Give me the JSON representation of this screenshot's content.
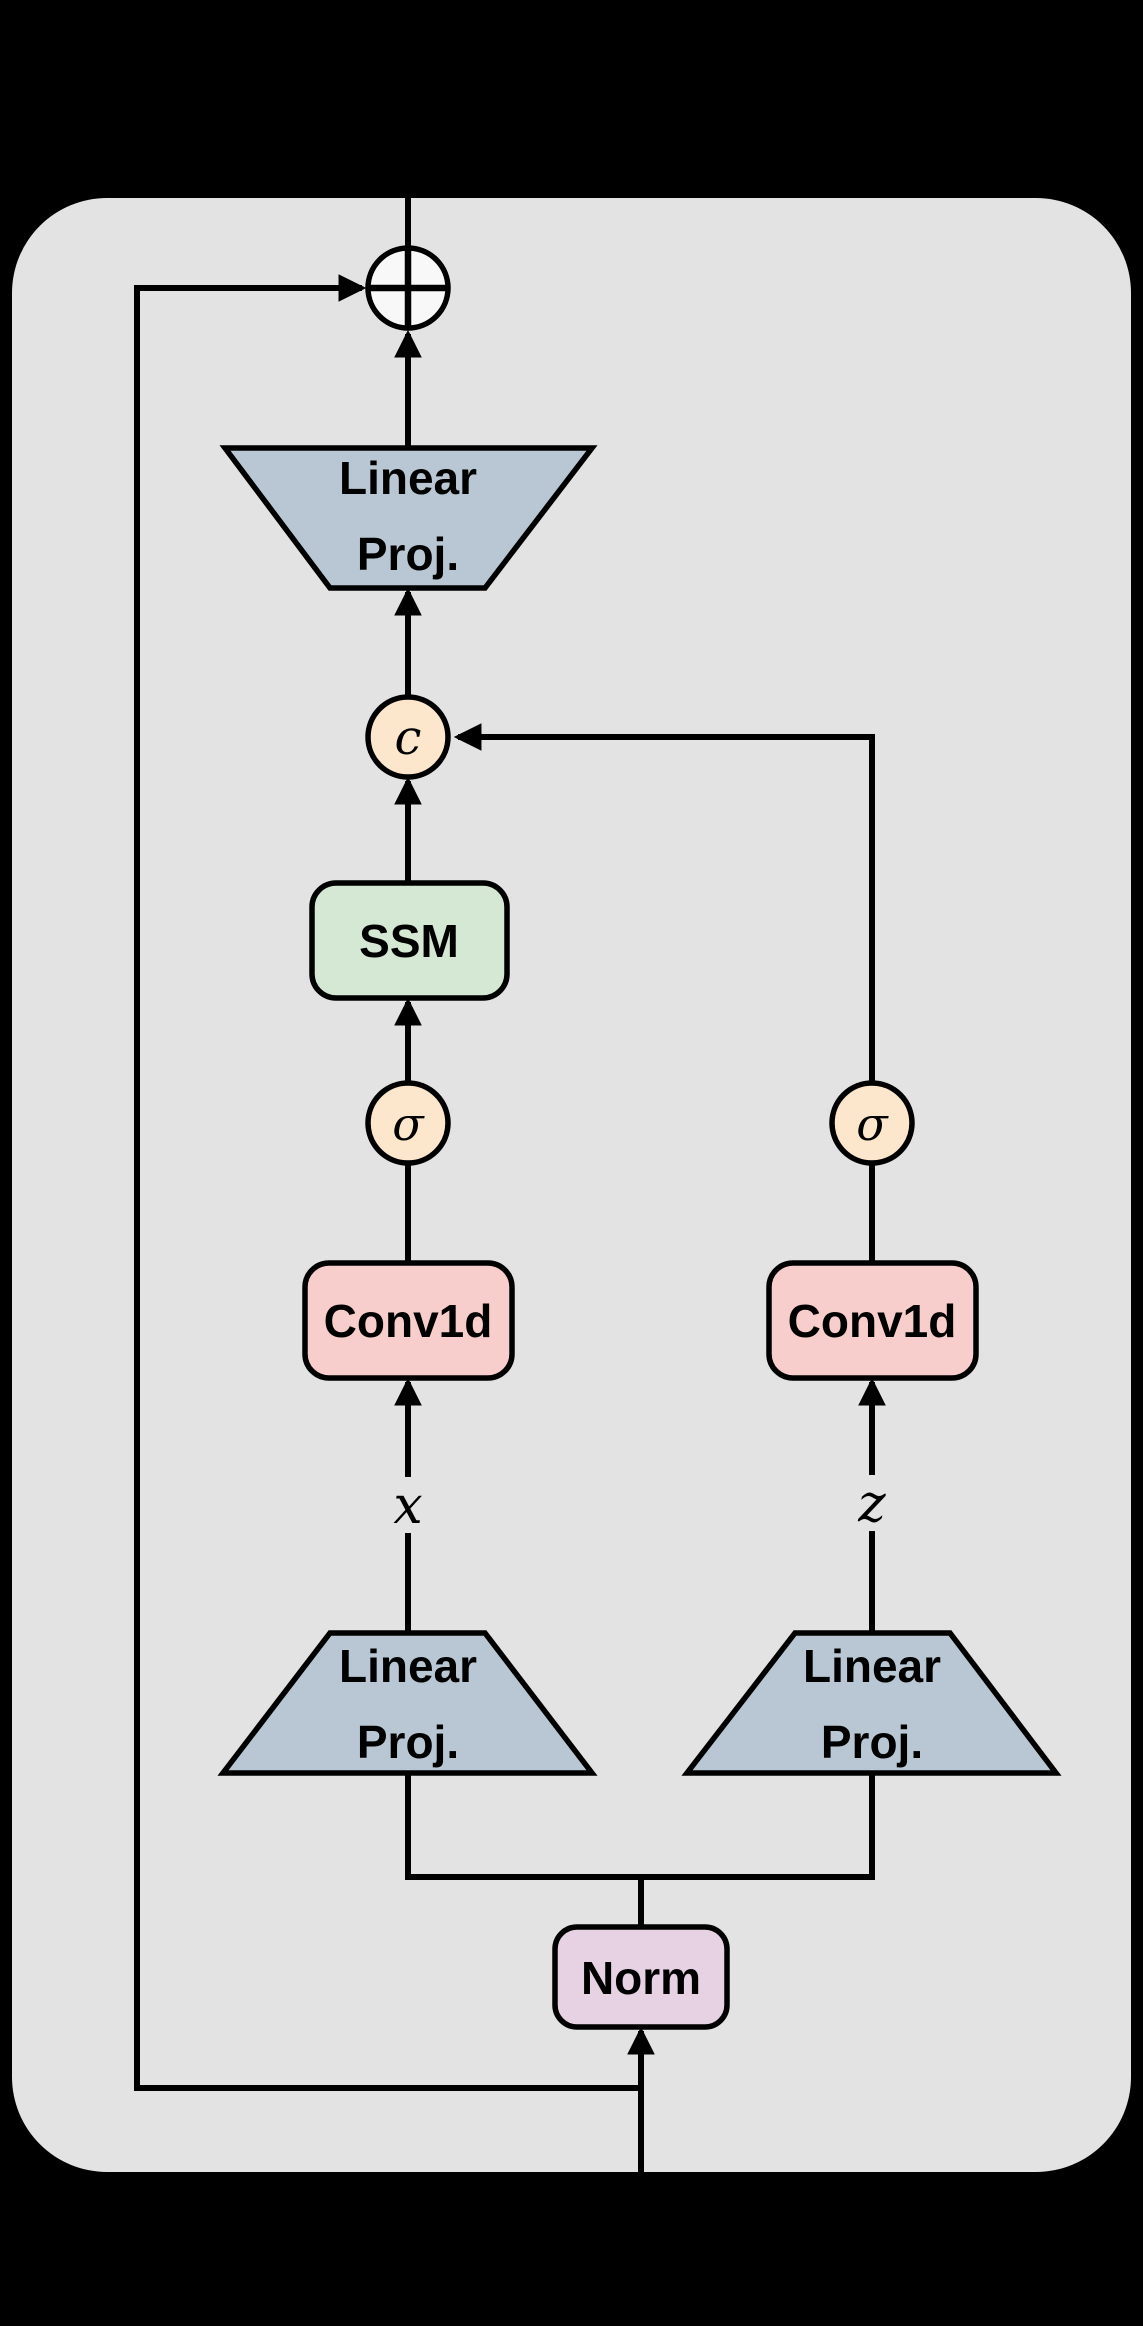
{
  "canvas": {
    "background": "#000000"
  },
  "block": {
    "container_fill": "#e3e3e3",
    "stroke": "#000000",
    "sum_fill": "#f8f8f8",
    "gate_fill": "#fce6cc",
    "proj_fill": "#b8c7d3",
    "ssm_fill": "#d5e8d4",
    "conv_fill": "#f8cecc",
    "norm_fill": "#e6d2e2",
    "labels": {
      "out_proj_line1": "Linear",
      "out_proj_line2": "Proj.",
      "concat": "c",
      "ssm": "SSM",
      "sigma_left": "σ",
      "sigma_right": "σ",
      "conv_left": "Conv1d",
      "conv_right": "Conv1d",
      "x": "x",
      "z": "z",
      "in_proj_left_line1": "Linear",
      "in_proj_left_line2": "Proj.",
      "in_proj_right_line1": "Linear",
      "in_proj_right_line2": "Proj.",
      "norm": "Norm"
    }
  }
}
